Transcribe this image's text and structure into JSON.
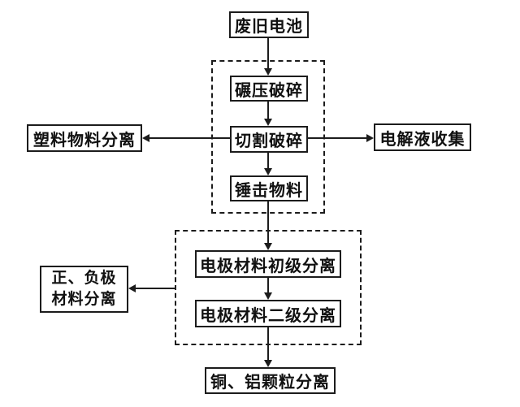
{
  "diagram": {
    "type": "flowchart",
    "background_color": "#ffffff",
    "line_color": "#1c1c1c",
    "nodes": {
      "waste_battery": "废旧电池",
      "roll_crushing": "碾压破碎",
      "cutting_crushing": "切割破碎",
      "hammering_material": "锤击物料",
      "plastic_material_separation": "塑料物料分离",
      "electrolyte_collection": "电解液收集",
      "electrode_primary_separation": "电极材料初级分离",
      "electrode_secondary_separation": "电极材料二级分离",
      "pos_neg_electrode_line1": "正、负极",
      "pos_neg_electrode_line2": "材料分离",
      "copper_aluminum_particle_separation": "铜、铝颗粒分离"
    }
  }
}
